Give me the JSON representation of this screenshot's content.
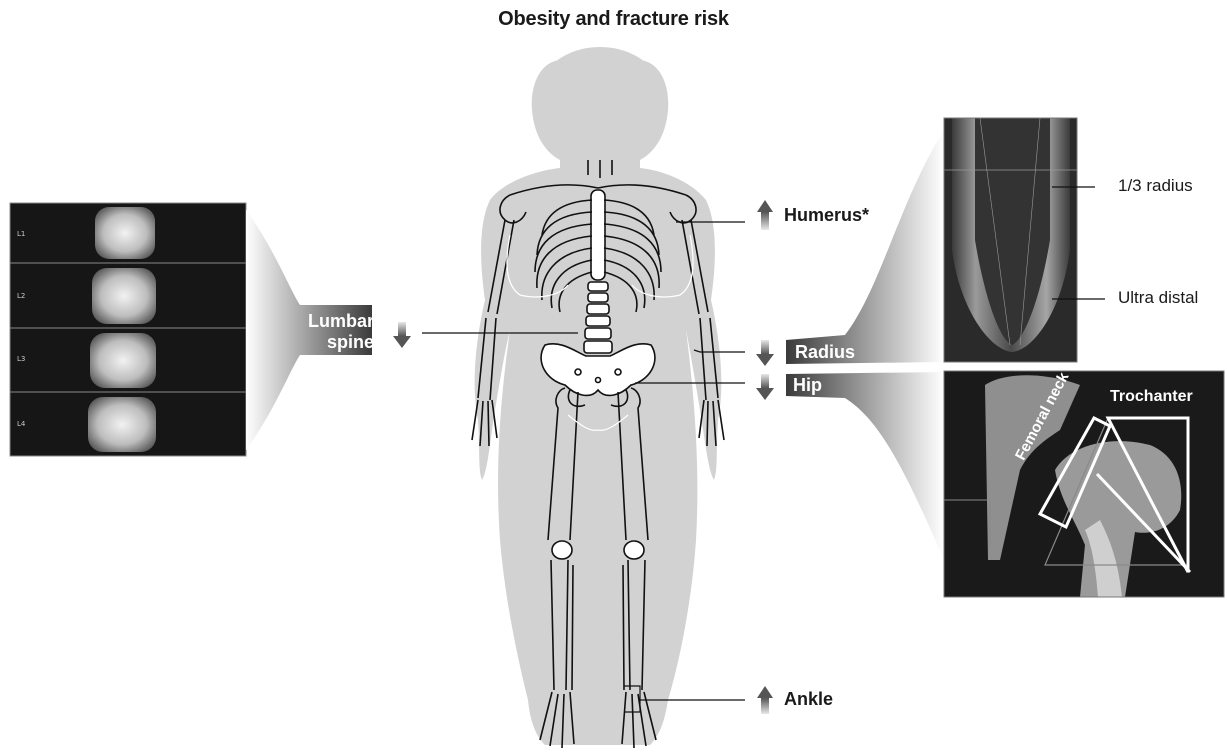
{
  "title": "Obesity and fracture risk",
  "sites": {
    "humerus": {
      "label": "Humerus*",
      "trend": "up"
    },
    "lumbar_spine": {
      "line1": "Lumbar",
      "line2": "spine",
      "trend": "down"
    },
    "radius": {
      "label": "Radius",
      "trend": "down"
    },
    "hip": {
      "label": "Hip",
      "trend": "down"
    },
    "ankle": {
      "label": "Ankle",
      "trend": "up"
    }
  },
  "radius_scan": {
    "labels": [
      "1/3 radius",
      "Ultra distal"
    ]
  },
  "hip_scan": {
    "labels": [
      "Trochanter",
      "Femoral neck"
    ]
  },
  "spine_scan": {
    "vertebrae": [
      "L1",
      "L2",
      "L3",
      "L4"
    ]
  },
  "colors": {
    "arrow": "#777777",
    "silhouette": "#d2d2d2",
    "label_tab": "#222222"
  }
}
